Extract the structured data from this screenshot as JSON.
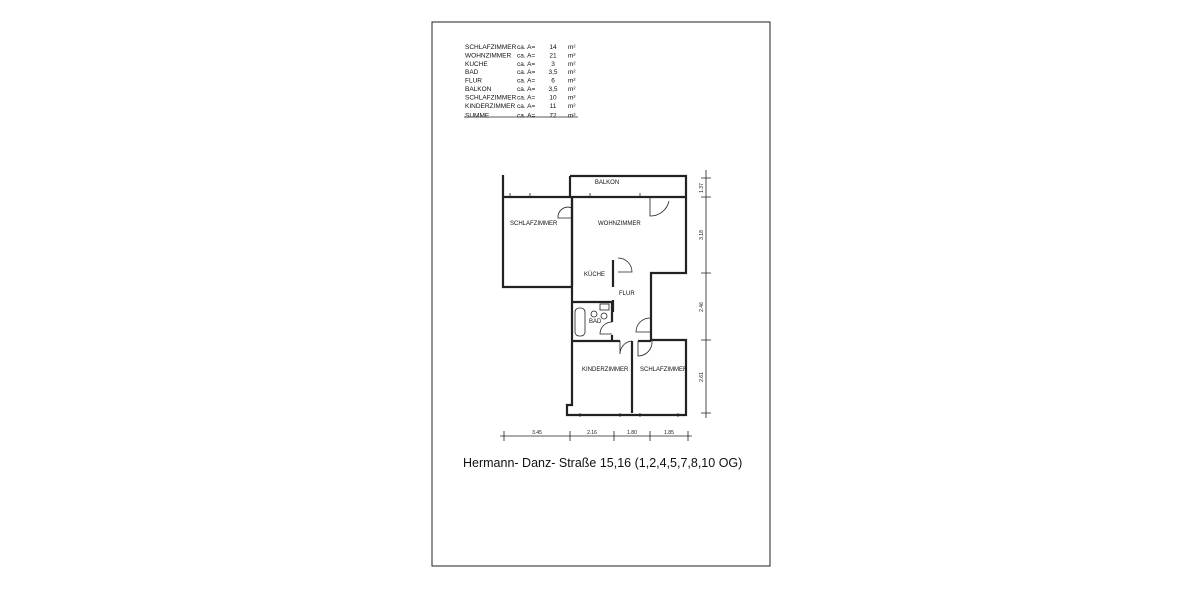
{
  "area_table": {
    "rows": [
      {
        "room": "SCHLAFZIMMER",
        "prefix": "ca. A=",
        "value": "14",
        "unit": "m²"
      },
      {
        "room": "WOHNZIMMER",
        "prefix": "ca. A=",
        "value": "21",
        "unit": "m²"
      },
      {
        "room": "KUCHE",
        "prefix": "ca. A=",
        "value": "3",
        "unit": "m²"
      },
      {
        "room": "BAD",
        "prefix": "ca. A=",
        "value": "3,5",
        "unit": "m²"
      },
      {
        "room": "FLUR",
        "prefix": "ca. A=",
        "value": "6",
        "unit": "m²"
      },
      {
        "room": "BALKON",
        "prefix": "ca. A=",
        "value": "3,5",
        "unit": "m²"
      },
      {
        "room": "SCHLAFZIMMER",
        "prefix": "ca. A=",
        "value": "10",
        "unit": "m²"
      },
      {
        "room": "KINDERZIMMER",
        "prefix": "ca. A=",
        "value": "11",
        "unit": "m²"
      }
    ],
    "total": {
      "room": "SUMME",
      "prefix": "ca. A=",
      "value": "72",
      "unit": "m²"
    }
  },
  "rooms": {
    "balkon": "BALKON",
    "schlafzimmer1": "SCHLAFZIMMER",
    "wohnzimmer": "WOHNZIMMER",
    "kueche": "KÜCHE",
    "flur": "FLUR",
    "bad": "BAD",
    "kinderzimmer": "KINDERZIMMER",
    "schlafzimmer2": "SCHLAFZIMMER"
  },
  "dimensions": {
    "bottom": [
      "3.45",
      "2.16",
      "1.80",
      "1.85"
    ],
    "right": [
      "1.37",
      "3.18",
      "2.46",
      "2.61"
    ]
  },
  "address": "Hermann- Danz- Straße 15,16 (1,2,4,5,7,8,10 OG)"
}
